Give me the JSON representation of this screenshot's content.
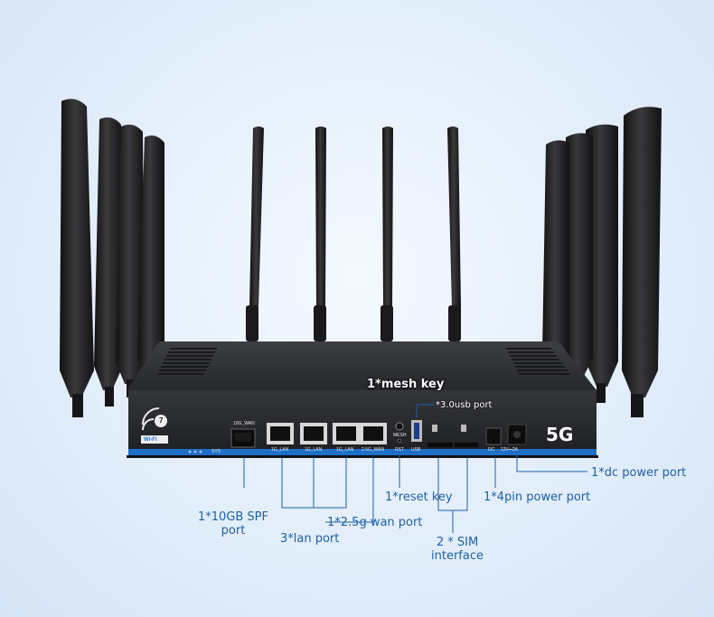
{
  "colors": {
    "callout_text": "#1f5fa8",
    "leader_line": "#1f5fa8",
    "chassis": "#2b2d30",
    "front_strip": "#1e6fc7",
    "antenna": "#1c1c1e",
    "background": "#e3eefb"
  },
  "callouts": {
    "mesh_key": "1*mesh key",
    "usb_port": "*3.0usb port",
    "dc_power_port": "1*dc power port",
    "reset_key": "1*reset key",
    "four_pin_power_port": "1*4pin power port",
    "sfp_port_line1": "1*10GB SPF",
    "sfp_port_line2": "port",
    "wan_port": "1*2.5g wan port",
    "lan_port": "3*lan port",
    "sim_line1": "2 * SIM",
    "sim_line2": "interface"
  },
  "panel_labels": {
    "sfp_wan": "10G_WAN",
    "lan1": "1G_LAN",
    "lan2": "1G_LAN",
    "lan3": "1G_LAN",
    "wan25": "2.5G_WAN",
    "mesh": "MESH",
    "rst": "RST",
    "usb": "USB",
    "dc": "DC",
    "voltage": "12V⎓2A",
    "sys": "SYS"
  },
  "logos": {
    "wifi_version": "7",
    "wifi_text": "Wi-Fi",
    "cellular": "5G"
  }
}
